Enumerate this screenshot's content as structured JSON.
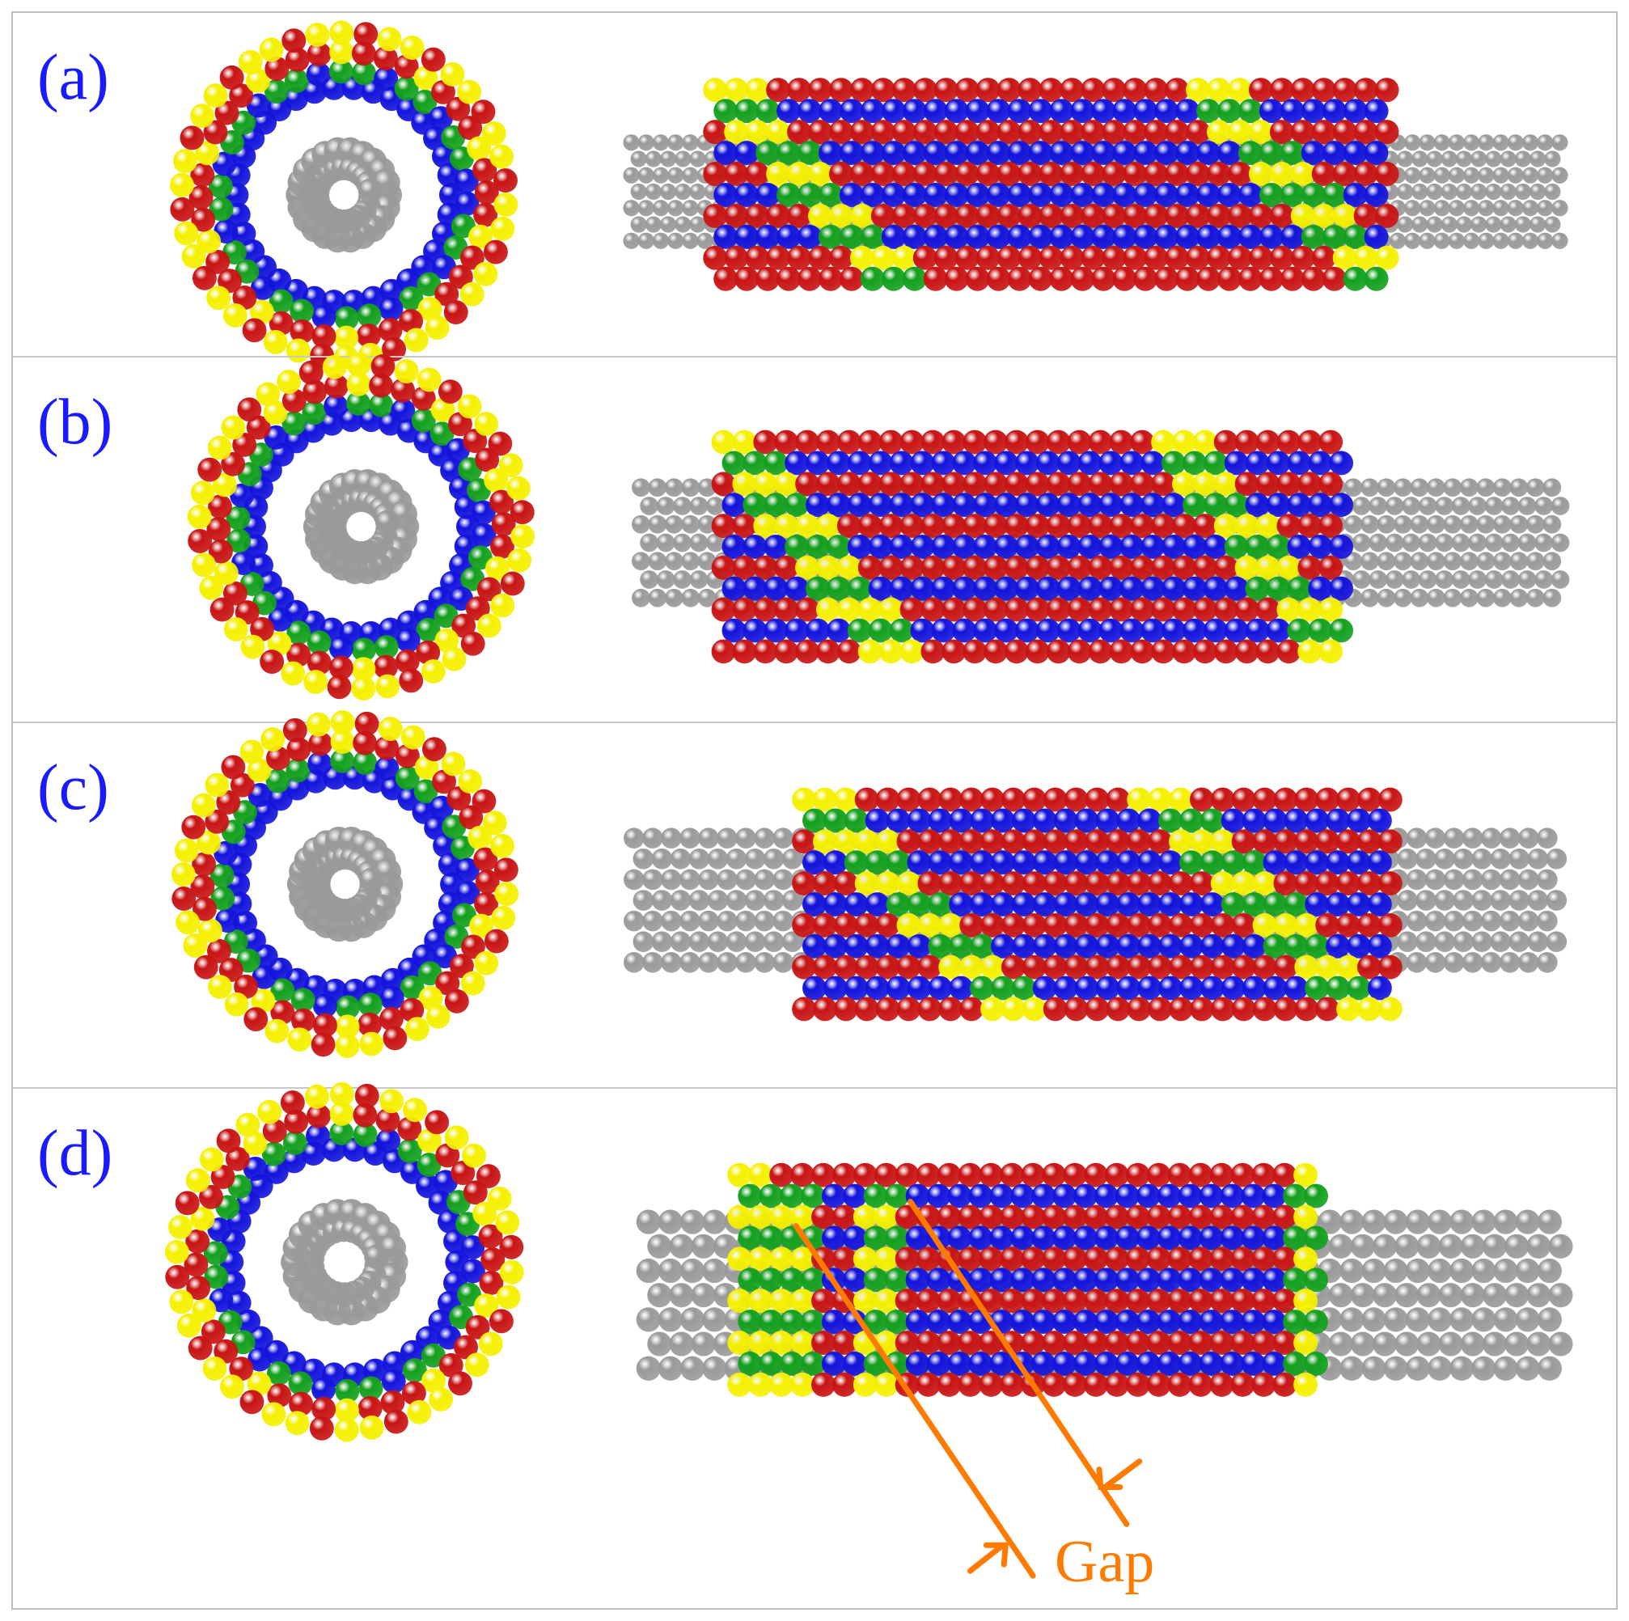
{
  "colors": {
    "label": "#1a1aff",
    "red": "#c81414",
    "blue": "#1414dc",
    "green": "#14a01e",
    "yellow": "#f5f000",
    "gray": "#9a9a9a",
    "annotation": "#ff7a00"
  },
  "panels": [
    {
      "label": "(a)"
    },
    {
      "label": "(b)"
    },
    {
      "label": "(c)"
    },
    {
      "label": "(d)"
    }
  ],
  "annotation": {
    "text": "Gap"
  }
}
